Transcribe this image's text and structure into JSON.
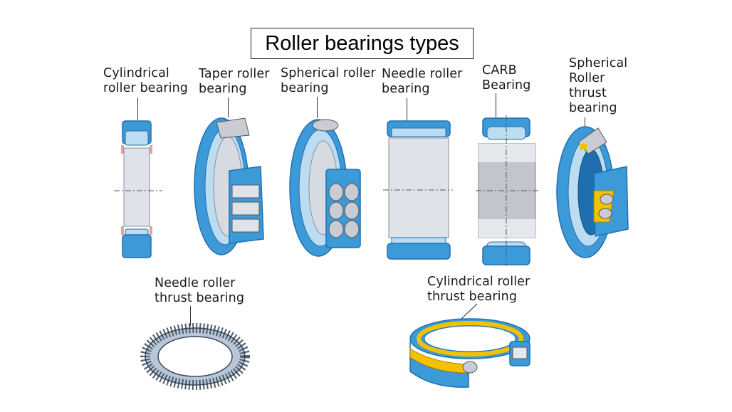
{
  "title": "Roller bearings types",
  "labels": {
    "cylindrical": "Cylindrical\nroller bearing",
    "taper": "Taper roller\nbearing",
    "spherical": "Spherical roller\nbearing",
    "needle": "Needle roller\nbearing",
    "carb": "CARB\nBearing",
    "spherical_thrust": "Spherical\nRoller\nthrust\nbearing",
    "needle_thrust": "Needle roller\nthrust  bearing",
    "cylindrical_thrust": "Cylindrical roller\nthrust bearing"
  },
  "colors": {
    "steel_blue": "#3d9ad9",
    "dark_blue": "#1f6fae",
    "light_blue": "#bcdcf2",
    "steel_grey": "#c9cdd3",
    "cage_yellow": "#f2c200",
    "roller_pink": "#e8a0a0"
  }
}
